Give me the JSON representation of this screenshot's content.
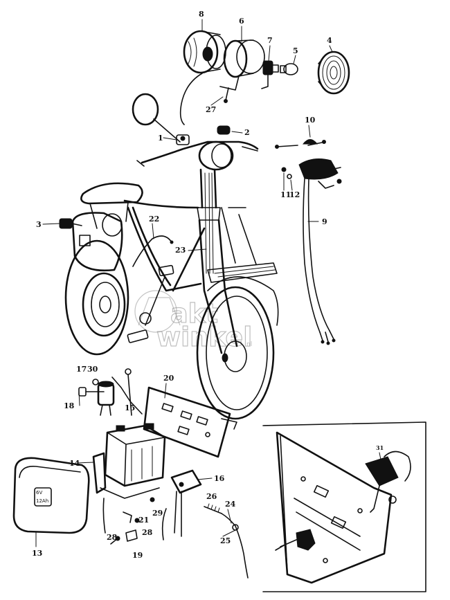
{
  "watermark": {
    "line1": "akt",
    "line2": "winkel",
    "suffix": "nl"
  },
  "battery_cover_marking": {
    "line1": "6V",
    "line2": "12Ah"
  },
  "labels": [
    {
      "id": "8",
      "text": "8"
    },
    {
      "id": "6",
      "text": "6"
    },
    {
      "id": "7",
      "text": "7"
    },
    {
      "id": "5",
      "text": "5"
    },
    {
      "id": "4",
      "text": "4"
    },
    {
      "id": "27",
      "text": "27"
    },
    {
      "id": "1",
      "text": "1"
    },
    {
      "id": "2",
      "text": "2"
    },
    {
      "id": "10",
      "text": "10"
    },
    {
      "id": "11",
      "text": "11"
    },
    {
      "id": "12",
      "text": "12"
    },
    {
      "id": "3",
      "text": "3"
    },
    {
      "id": "22",
      "text": "22"
    },
    {
      "id": "23",
      "text": "23"
    },
    {
      "id": "9",
      "text": "9"
    },
    {
      "id": "17",
      "text": "17"
    },
    {
      "id": "30",
      "text": "30"
    },
    {
      "id": "18",
      "text": "18"
    },
    {
      "id": "15",
      "text": "15"
    },
    {
      "id": "20",
      "text": "20"
    },
    {
      "id": "14",
      "text": "14"
    },
    {
      "id": "16",
      "text": "16"
    },
    {
      "id": "26",
      "text": "26"
    },
    {
      "id": "24",
      "text": "24"
    },
    {
      "id": "13",
      "text": "13"
    },
    {
      "id": "21",
      "text": "21"
    },
    {
      "id": "29",
      "text": "29"
    },
    {
      "id": "28a",
      "text": "28"
    },
    {
      "id": "28b",
      "text": "28"
    },
    {
      "id": "25",
      "text": "25"
    },
    {
      "id": "19",
      "text": "19"
    },
    {
      "id": "31",
      "text": "31"
    }
  ]
}
